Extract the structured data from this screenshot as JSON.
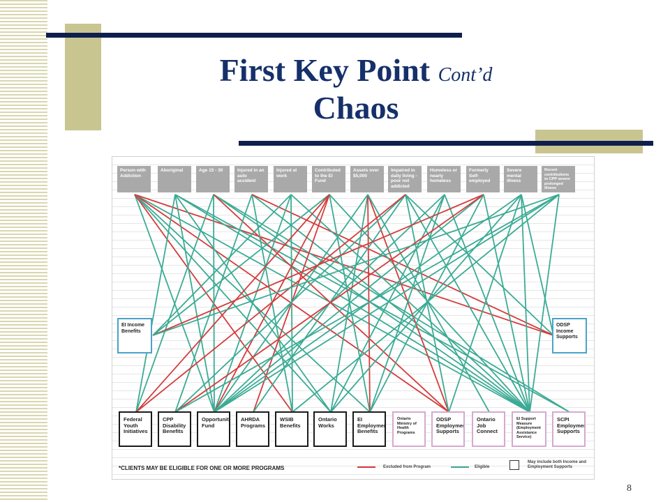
{
  "slide": {
    "title": "First Key Point",
    "title_suffix": "Cont’d",
    "subtitle": "Chaos",
    "page_number": "8"
  },
  "criteria": [
    "Person with Addiction",
    "Aboriginal",
    "Age 15 - 30",
    "Injured in an auto accident",
    "Injured at work",
    "Contributed to the EI Fund",
    "Assets over $5,000",
    "Impaired in daily living - poor not addicted",
    "Homeless or nearly homeless",
    "Formerly Self-employed",
    "Severe mental illness",
    "Recent contributions to CPP severe prolonged illness"
  ],
  "income_side": {
    "left": "EI Income Benefits",
    "right": "ODSP Income Supports"
  },
  "programs": [
    "Federal Youth Initiatives",
    "CPP Disability Benefits",
    "Opportunities Fund",
    "AHRDA Programs",
    "WSIB Benefits",
    "Ontario Works",
    "EI Employment Benefits",
    "Ontario Ministry of Health Programs",
    "ODSP Employment Supports",
    "Ontario Job Connect",
    "EI Support Measure (Employment Assistance Service)",
    "SCPI Employment Supports"
  ],
  "footnote": "*CLIENTS MAY BE ELIGIBLE FOR ONE OR MORE PROGRAMS",
  "legend": {
    "excluded": "Excluded from Program",
    "eligible": "Eligible",
    "both": "May include both Income and Employment Supports"
  },
  "colors": {
    "excluded": "#d43c3c",
    "eligible": "#3bab94",
    "title": "#15306a",
    "income_border": "#4aa3c8",
    "provincial_border": "#d6a9d0"
  }
}
